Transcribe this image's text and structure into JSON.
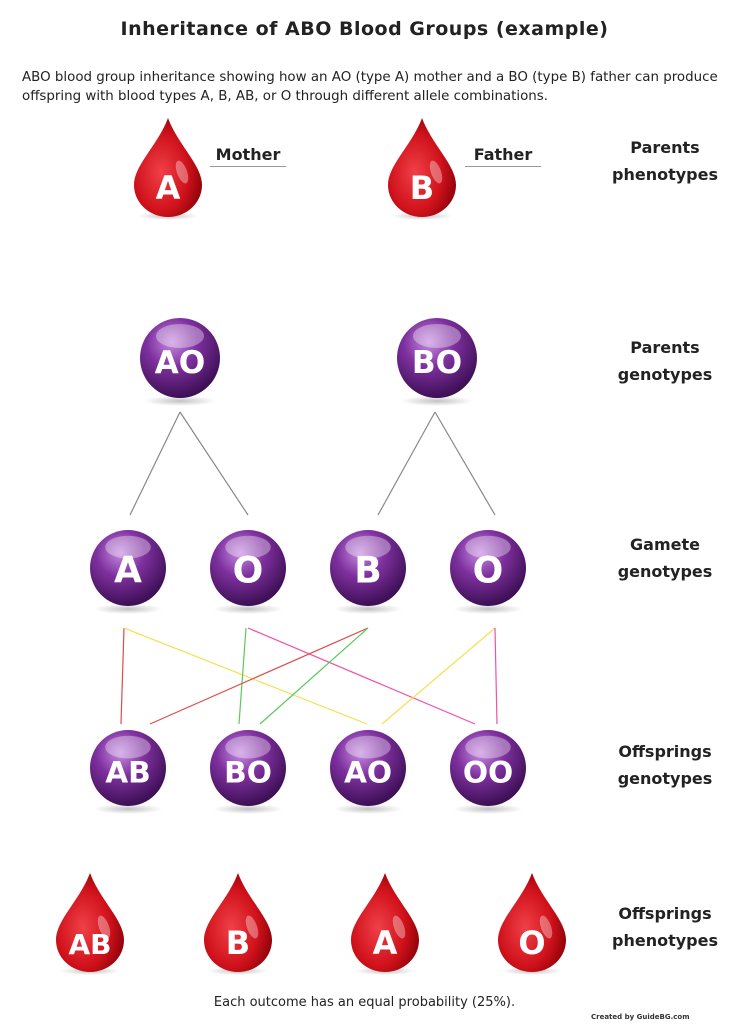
{
  "title": "Inheritance of ABO Blood Groups (example)",
  "description": "ABO blood group inheritance showing how an AO (type A) mother and a BO (type B) father can produce offspring with blood types A, B, AB, or O through different allele combinations.",
  "parents": {
    "mother_label": "Mother",
    "father_label": "Father",
    "mother_type": "A",
    "father_type": "B",
    "mother_genotype": "AO",
    "father_genotype": "BO"
  },
  "gametes": [
    "A",
    "O",
    "B",
    "O"
  ],
  "offspring_genotypes": [
    "AB",
    "BO",
    "AO",
    "OO"
  ],
  "offspring_phenotypes": [
    "AB",
    "B",
    "A",
    "O"
  ],
  "row_labels": {
    "parents_phenotypes": [
      "Parents",
      "phenotypes"
    ],
    "parents_genotypes": [
      "Parents",
      "genotypes"
    ],
    "gamete_genotypes": [
      "Gamete",
      "genotypes"
    ],
    "offspring_genotypes": [
      "Offsprings",
      "genotypes"
    ],
    "offspring_phenotypes": [
      "Offsprings",
      "phenotypes"
    ]
  },
  "footer": "Each outcome has an equal probability (25%).",
  "credit": "Created by GuideBG.com",
  "colors": {
    "drop": "#d0121b",
    "sphere": "#7a2e9a",
    "red_line": "#e04a4a",
    "yellow_line": "#f5e04a",
    "green_line": "#5cc85c",
    "pink_line": "#f050a8"
  }
}
